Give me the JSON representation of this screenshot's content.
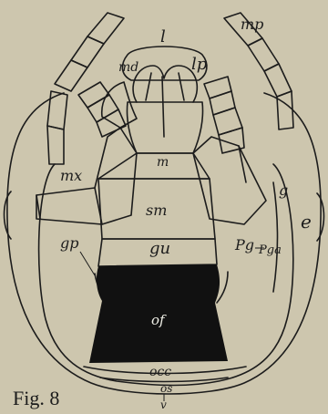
{
  "figure": {
    "caption": "Fig. 8",
    "labels": {
      "l": "l",
      "mp": "mp",
      "md": "md",
      "lp": "lp",
      "m": "m",
      "mx": "mx",
      "sm": "sm",
      "g": "g",
      "e": "e",
      "gu": "gu",
      "gp": "gp",
      "Pg": "Pg",
      "Pga": "Pga",
      "of": "of",
      "occ": "occ",
      "os": "os",
      "v": "v"
    },
    "colors": {
      "background": "#cdc6ae",
      "ink": "#1c1c1c",
      "dark_region": "#111111"
    }
  }
}
